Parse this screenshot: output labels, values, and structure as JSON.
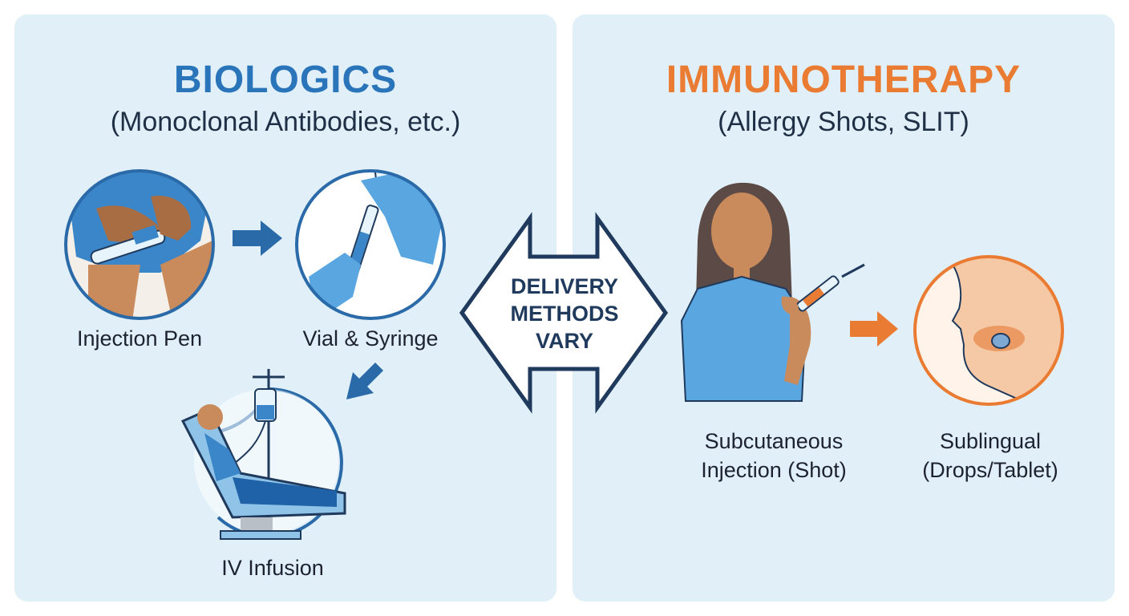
{
  "biologics": {
    "title": "BIOLOGICS",
    "subtitle": "(Monoclonal Antibodies, etc.)",
    "methods": [
      "Injection Pen",
      "Vial & Syringe",
      "IV Infusion"
    ]
  },
  "immunotherapy": {
    "title": "IMMUNOTHERAPY",
    "subtitle": "(Allergy Shots, SLIT)",
    "methods": [
      {
        "line1": "Subcutaneous",
        "line2": "Injection (Shot)"
      },
      {
        "line1": "Sublingual",
        "line2": "(Drops/Tablet)"
      }
    ]
  },
  "center": {
    "lines": [
      "DELIVERY",
      "METHODS",
      "VARY"
    ]
  },
  "colors": {
    "blue": "#2a75ba",
    "orange": "#ea7b32",
    "panel": "#e1f0f8",
    "navy": "#1f3a5c"
  },
  "icons": [
    "injection-pen-icon",
    "vial-syringe-icon",
    "iv-infusion-icon",
    "subcutaneous-shot-icon",
    "sublingual-icon",
    "arrow-icon",
    "double-arrow-icon"
  ]
}
